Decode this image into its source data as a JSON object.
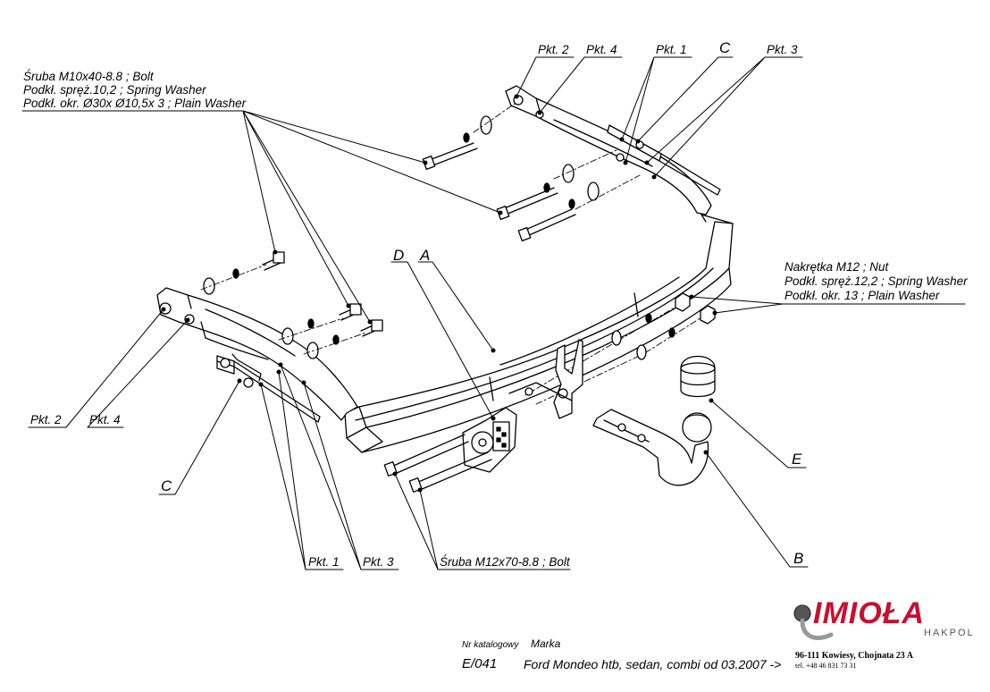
{
  "labels": {
    "pkt1": "Pkt. 1",
    "pkt2": "Pkt. 2",
    "pkt3": "Pkt. 3",
    "pkt4": "Pkt. 4",
    "a": "A",
    "b": "B",
    "c": "C",
    "d": "D",
    "e": "E"
  },
  "callouts": {
    "bolt_m10_line1": "Śruba M10x40-8.8 ;  Bolt",
    "bolt_m10_line2": "Podkł. spręż.10,2 ; Spring Washer",
    "bolt_m10_line3": "Podkł. okr.  Ø30x Ø10,5x 3 ; Plain Washer",
    "nut_m12_line1": "Nakrętka  M12 ; Nut",
    "nut_m12_line2": "Podkł. spręż.12,2 ; Spring Washer",
    "nut_m12_line3": "Podkł. okr. 13 ; Plain Washer",
    "bolt_m12": "Śruba M12x70-8.8 ;  Bolt"
  },
  "footer": {
    "catalog_label": "Nr katalogowy",
    "catalog_value": "E/041",
    "make_label": "Marka",
    "make_value": "Ford Mondeo htb, sedan, combi    od  03.2007 ->"
  },
  "logo": {
    "brand": "IMIOŁA",
    "sub": "HAKPOL",
    "address": "96-111 Kowiesy, Chojnata 23 A",
    "phone": "tel. +48 46 831 73 31",
    "color": "#c8102e"
  }
}
